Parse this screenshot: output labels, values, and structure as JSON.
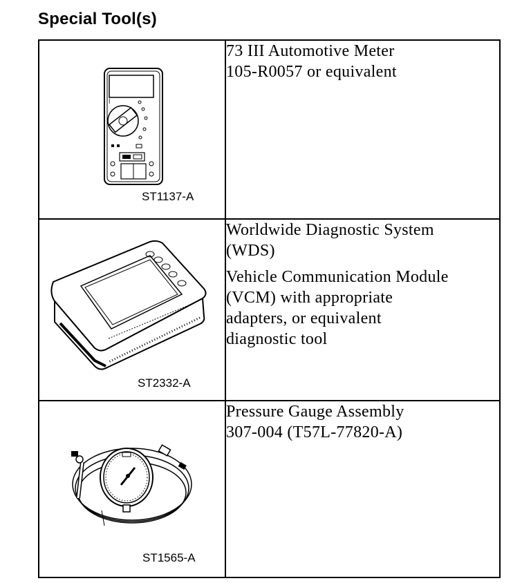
{
  "heading": "Special Tool(s)",
  "tools": [
    {
      "illustration": "automotive-meter",
      "id": "ST1137-A",
      "description": [
        "73 III Automotive Meter",
        "105-R0057 or equivalent"
      ]
    },
    {
      "illustration": "diagnostic-system",
      "id": "ST2332-A",
      "description": [
        "Worldwide Diagnostic System",
        "(WDS)"
      ],
      "description2": [
        "Vehicle Communication Module",
        "(VCM) with appropriate",
        "adapters, or equivalent",
        "diagnostic tool"
      ]
    },
    {
      "illustration": "pressure-gauge",
      "id": "ST1565-A",
      "description": [
        "Pressure Gauge Assembly",
        "307-004 (T57L-77820-A)"
      ]
    }
  ]
}
